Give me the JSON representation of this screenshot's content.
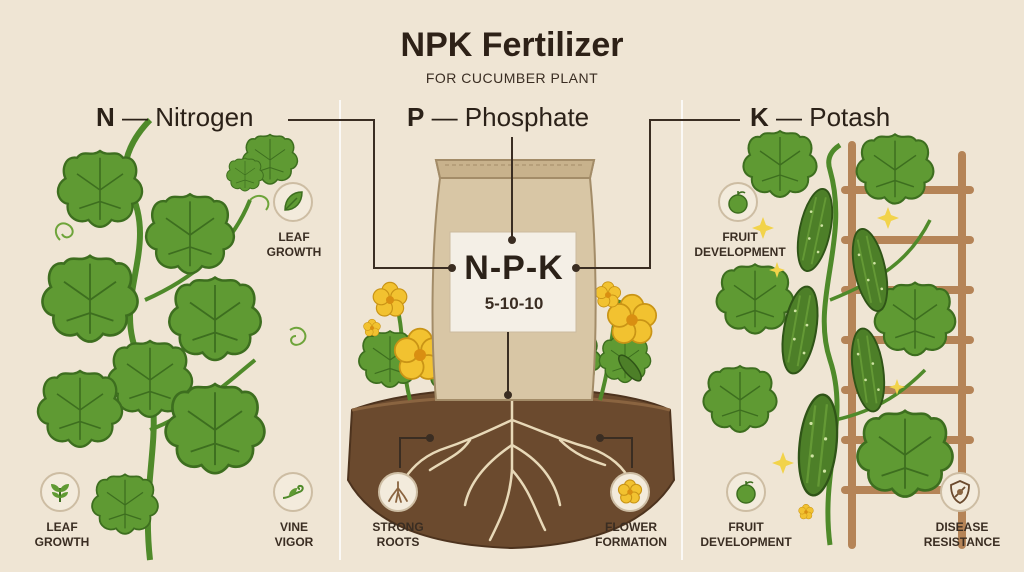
{
  "title": "NPK Fertilizer",
  "subtitle": "FOR CUCUMBER PLANT",
  "sections": [
    {
      "letter": "N",
      "dash": " — ",
      "name": "Nitrogen"
    },
    {
      "letter": "P",
      "dash": " — ",
      "name": "Phosphate"
    },
    {
      "letter": "K",
      "dash": " — ",
      "name": "Potash"
    }
  ],
  "bag": {
    "formula": "N-P-K",
    "ratio": "5-10-10"
  },
  "labels": {
    "n_leaf_growth_top": "LEAF\nGROWTH",
    "n_leaf_growth_bottom": "LEAF\nGROWTH",
    "n_vine_vigor": "VINE\nVIGOR",
    "p_strong_roots": "STRONG\nROOTS",
    "p_flower_formation": "FLOWER\nFORMATION",
    "k_fruit_development_top": "FRUIT\nDEVELOPMENT",
    "k_fruit_development_bottom": "FRUIT\nDEVELOPMENT",
    "k_disease_resistance": "DISEASE\nRESISTANCE"
  },
  "icons": [
    "leaf-icon",
    "vine-icon",
    "root-icon",
    "flower-icon",
    "fruit-icon",
    "shield-icon"
  ],
  "colors": {
    "background": "#efe5d4",
    "leaf": "#5f9a33",
    "leaf_dark": "#3d6e1f",
    "flower": "#f2c230",
    "soil": "#6b4a2e",
    "bag": "#d8c6a5",
    "trellis": "#b58457",
    "cucumber": "#4d7f28"
  }
}
